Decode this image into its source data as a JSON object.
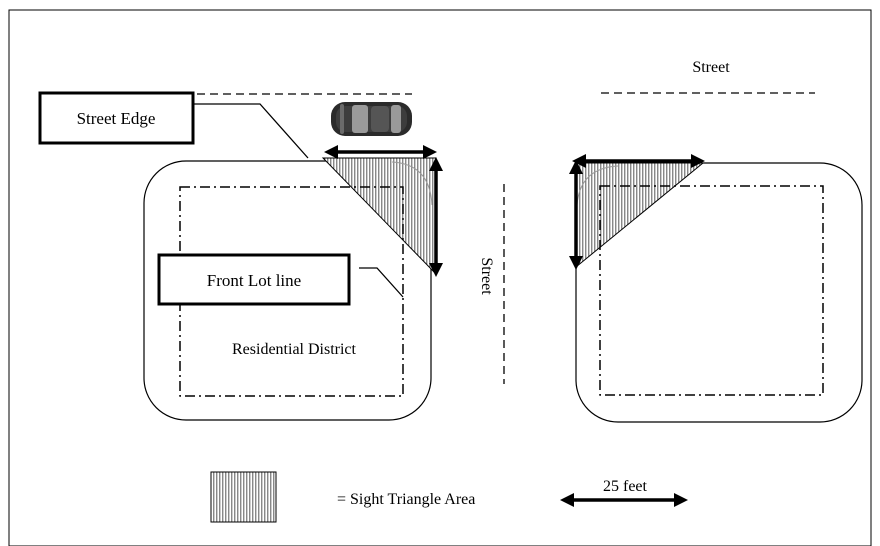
{
  "labels": {
    "street_top": "Street",
    "street_vertical": "Street",
    "street_edge": "Street Edge",
    "front_lot_line": "Front Lot line",
    "residential_district": "Residential District",
    "sight_triangle_legend": "= Sight Triangle Area",
    "scale_legend": "25 feet"
  },
  "icons": {
    "car": "car-icon",
    "arrow": "double-arrow-icon",
    "hatch": "vertical-hatch-pattern"
  },
  "colors": {
    "line": "#000000",
    "background": "#ffffff",
    "car_body": "#2b2b2b",
    "car_glass": "#9a9a9a"
  }
}
